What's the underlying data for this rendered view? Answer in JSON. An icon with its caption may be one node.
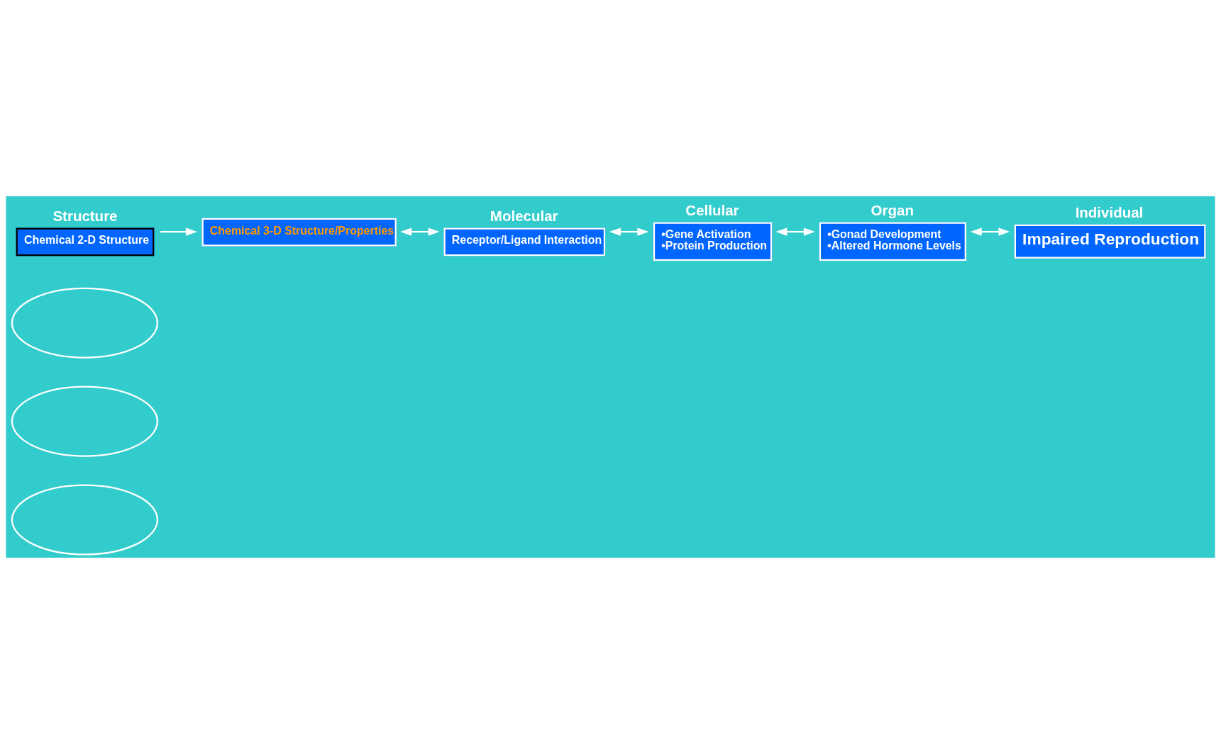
{
  "diagram": {
    "nodes": [
      {
        "text": [],
        "shape": "ellipse"
      },
      {
        "text": [],
        "shape": "ellipse"
      },
      {
        "text": [],
        "shape": "ellipse"
      },
      {
        "text": [
          "Structure",
          "Chemical 2-D Structure"
        ]
      },
      {
        "text": [
          "Chemical 3-D Structure/Properties"
        ]
      },
      {
        "text": [
          "Molecular",
          "Receptor/Ligand Interaction"
        ]
      },
      {
        "text": [
          "Cellular",
          "•Gene Activation",
          "•Protein Production"
        ]
      },
      {
        "text": [
          "Organ",
          "•Gonad Development",
          "•Altered Hormone Levels"
        ]
      },
      {
        "text": [
          "Individual",
          "Impaired Reproduction"
        ]
      }
    ],
    "edges": [
      {
        "from": 3,
        "to": 4,
        "arrow": "to"
      },
      {
        "from": 4,
        "to": 5,
        "arrow": "both"
      },
      {
        "from": 5,
        "to": 6,
        "arrow": "both"
      },
      {
        "from": 6,
        "to": 7,
        "arrow": "both"
      },
      {
        "from": 7,
        "to": 8,
        "arrow": "both"
      }
    ]
  }
}
